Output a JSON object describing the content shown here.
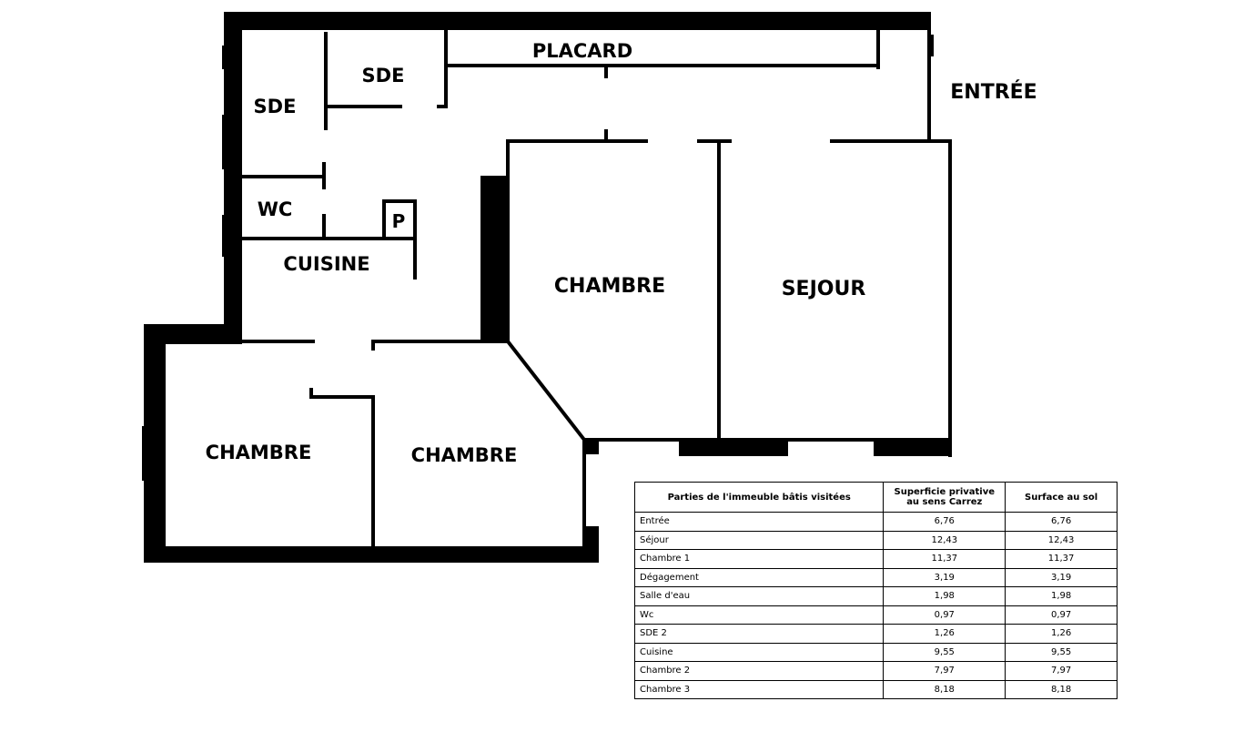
{
  "plan": {
    "wall_color": "#000000",
    "rooms": {
      "placard": "PLACARD",
      "entree": "ENTRÉE",
      "sde_top": "SDE",
      "sde_left": "SDE",
      "wc": "WC",
      "p": "P",
      "cuisine": "CUISINE",
      "chambre_center": "CHAMBRE",
      "sejour": "SEJOUR",
      "chambre_bottom_left": "CHAMBRE",
      "chambre_bottom_middle": "CHAMBRE"
    }
  },
  "table": {
    "headers": [
      "Parties de l'immeuble bâtis visitées",
      "Superficie privative au sens Carrez",
      "Surface au sol"
    ],
    "rows": [
      [
        "Entrée",
        "6,76",
        "6,76"
      ],
      [
        "Séjour",
        "12,43",
        "12,43"
      ],
      [
        "Chambre 1",
        "11,37",
        "11,37"
      ],
      [
        "Dégagement",
        "3,19",
        "3,19"
      ],
      [
        "Salle d'eau",
        "1,98",
        "1,98"
      ],
      [
        "Wc",
        "0,97",
        "0,97"
      ],
      [
        "SDE 2",
        "1,26",
        "1,26"
      ],
      [
        "Cuisine",
        "9,55",
        "9,55"
      ],
      [
        "Chambre 2",
        "7,97",
        "7,97"
      ],
      [
        "Chambre 3",
        "8,18",
        "8,18"
      ]
    ]
  }
}
